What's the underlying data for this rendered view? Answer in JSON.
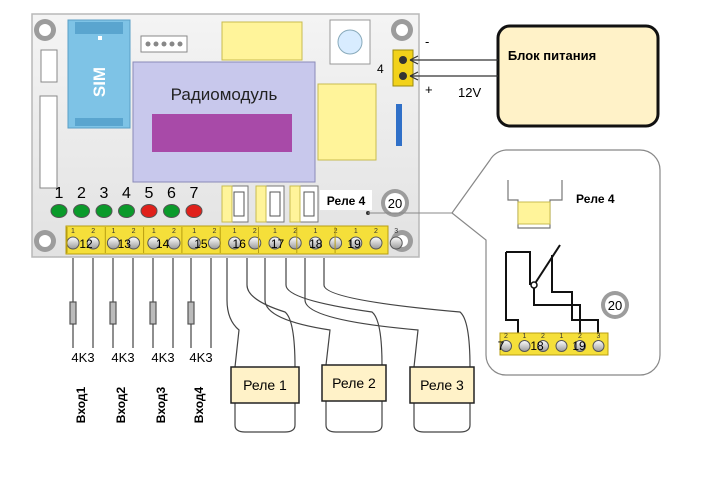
{
  "board": {
    "sim_label": "SIM",
    "radio_label": "Радиомодуль",
    "relay4_label": "Реле 4",
    "pin20": "20",
    "conn_top_num": "4"
  },
  "power": {
    "label": "Блок питания",
    "minus": "-",
    "plus": "+",
    "voltage": "12V"
  },
  "leds": {
    "numbers": [
      "1",
      "2",
      "3",
      "4",
      "5",
      "6",
      "7"
    ],
    "colors": [
      "#0a9a2a",
      "#0a9a2a",
      "#0a9a2a",
      "#0a9a2a",
      "#e0201a",
      "#0a9a2a",
      "#e0201a"
    ]
  },
  "terminals": {
    "numbers": [
      "12",
      "13",
      "14",
      "15",
      "16",
      "17",
      "18",
      "19"
    ],
    "pin_marks": [
      "1",
      "2",
      "1",
      "2",
      "1",
      "2",
      "1",
      "2",
      "1",
      "2",
      "1",
      "2",
      "1",
      "2",
      "1",
      "2",
      "3"
    ]
  },
  "resistors": {
    "values": [
      "4K3",
      "4K3",
      "4K3",
      "4K3"
    ],
    "inputs": [
      "Вход1",
      "Вход2",
      "Вход3",
      "Вход4"
    ]
  },
  "relays": [
    "Реле 1",
    "Реле 2",
    "Реле 3"
  ],
  "zoom": {
    "relay_label": "Реле 4",
    "pin20": "20",
    "terminals": [
      "7",
      "18",
      "19"
    ],
    "pin_marks": [
      "2",
      "1",
      "2",
      "1",
      "2",
      "3"
    ]
  }
}
